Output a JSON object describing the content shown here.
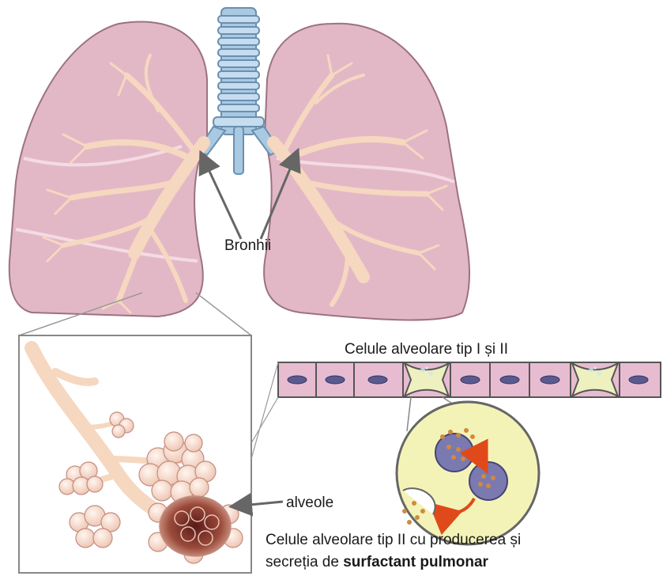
{
  "labels": {
    "bronchi": "Bronhii",
    "alveolar_cells": "Celule alveolare tip I și II",
    "alveoli": "alveole",
    "caption_line1": "Celule alveolare tip II cu producerea și",
    "caption_line2_prefix": "secreția de ",
    "caption_line2_bold": "surfactant pulmonar"
  },
  "colors": {
    "lung_fill": "#e3b8c6",
    "lung_stroke": "#9c7280",
    "bronchial_tree": "#f6d7c0",
    "trachea": "#a9c9e2",
    "alveoli": "#f7e1d6",
    "cell_fill": "#e8bcd0",
    "nucleus": "#5a5a8e",
    "type2_cell": "#eef0c0",
    "surfactant_dot": "#d08a40",
    "arrow": "#e04a1a"
  }
}
